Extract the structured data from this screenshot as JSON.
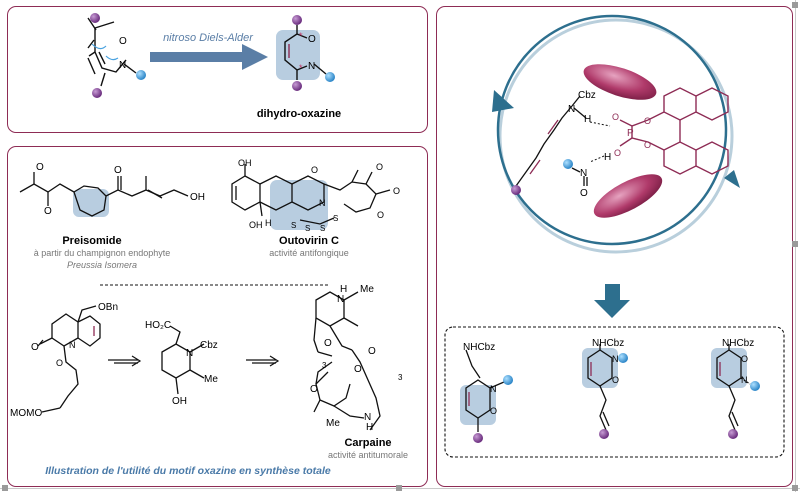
{
  "reaction": {
    "arrow_label": "nitroso Diels-Alder",
    "product_label": "dihydro-oxazine",
    "stereo_mark": "*",
    "hetero_O": "O",
    "hetero_N": "N"
  },
  "natural_products": {
    "preisomide": {
      "name": "Preisomide",
      "origin_line1": "à partir du champignon endophyte",
      "origin_line2": "Preussia Isomera",
      "oh": "OH"
    },
    "outovirin": {
      "name": "Outovirin C",
      "activity": "activité antifongique",
      "oh_top": "OH",
      "oh_bottom1": "OH",
      "oh_bottom2": "H",
      "s_labels": [
        "S",
        "S",
        "S",
        "S"
      ],
      "n_label": "N",
      "o_labels": [
        "O",
        "O",
        "O",
        "O"
      ]
    }
  },
  "synthesis": {
    "start": {
      "obn": "OBn",
      "momo": "MOMO",
      "o": "O",
      "n": "N"
    },
    "intermediate": {
      "ho2c": "HO₂C",
      "cbz": "Cbz",
      "me": "Me",
      "oh": "OH",
      "n": "N"
    },
    "carpaine": {
      "name": "Carpaine",
      "activity": "activité antitumorale",
      "h_top": "H",
      "h_bottom": "H",
      "n_top": "N",
      "n_bottom": "N",
      "me_top": "Me",
      "me_bottom": "Me",
      "sub1": "3",
      "sub2": "3",
      "o_labels": [
        "O",
        "O",
        "O",
        "O"
      ]
    },
    "caption": "Illustration de l'utilité du motif oxazine en synthèse totale"
  },
  "catalysis": {
    "cbz": "Cbz",
    "nh_n": "N",
    "nh_h": "H",
    "p": "P",
    "o_labels": [
      "O",
      "O",
      "O",
      "O"
    ],
    "oh_h": "H",
    "nitroso_n": "N",
    "nitroso_o": "O"
  },
  "products": {
    "p1": {
      "nhcbz": "NHCbz",
      "o": "O",
      "n": "N"
    },
    "p2": {
      "nhcbz": "NHCbz",
      "o": "O",
      "n": "N"
    },
    "p3": {
      "nhcbz": "NHCbz",
      "o": "O",
      "n": "N"
    }
  },
  "colors": {
    "frame": "#8e2c55",
    "purple_ball": "#7a3a8c",
    "blue_ball": "#4aa3e0",
    "ring_highlight": "#b8cde0",
    "arrow_blue": "#5a7ea6",
    "cycle_blue": "#2d6f8e",
    "magenta_ellipse": "#b03a6a",
    "double_bond": "#8e2c55",
    "caption_blue": "#4a7aa8"
  }
}
